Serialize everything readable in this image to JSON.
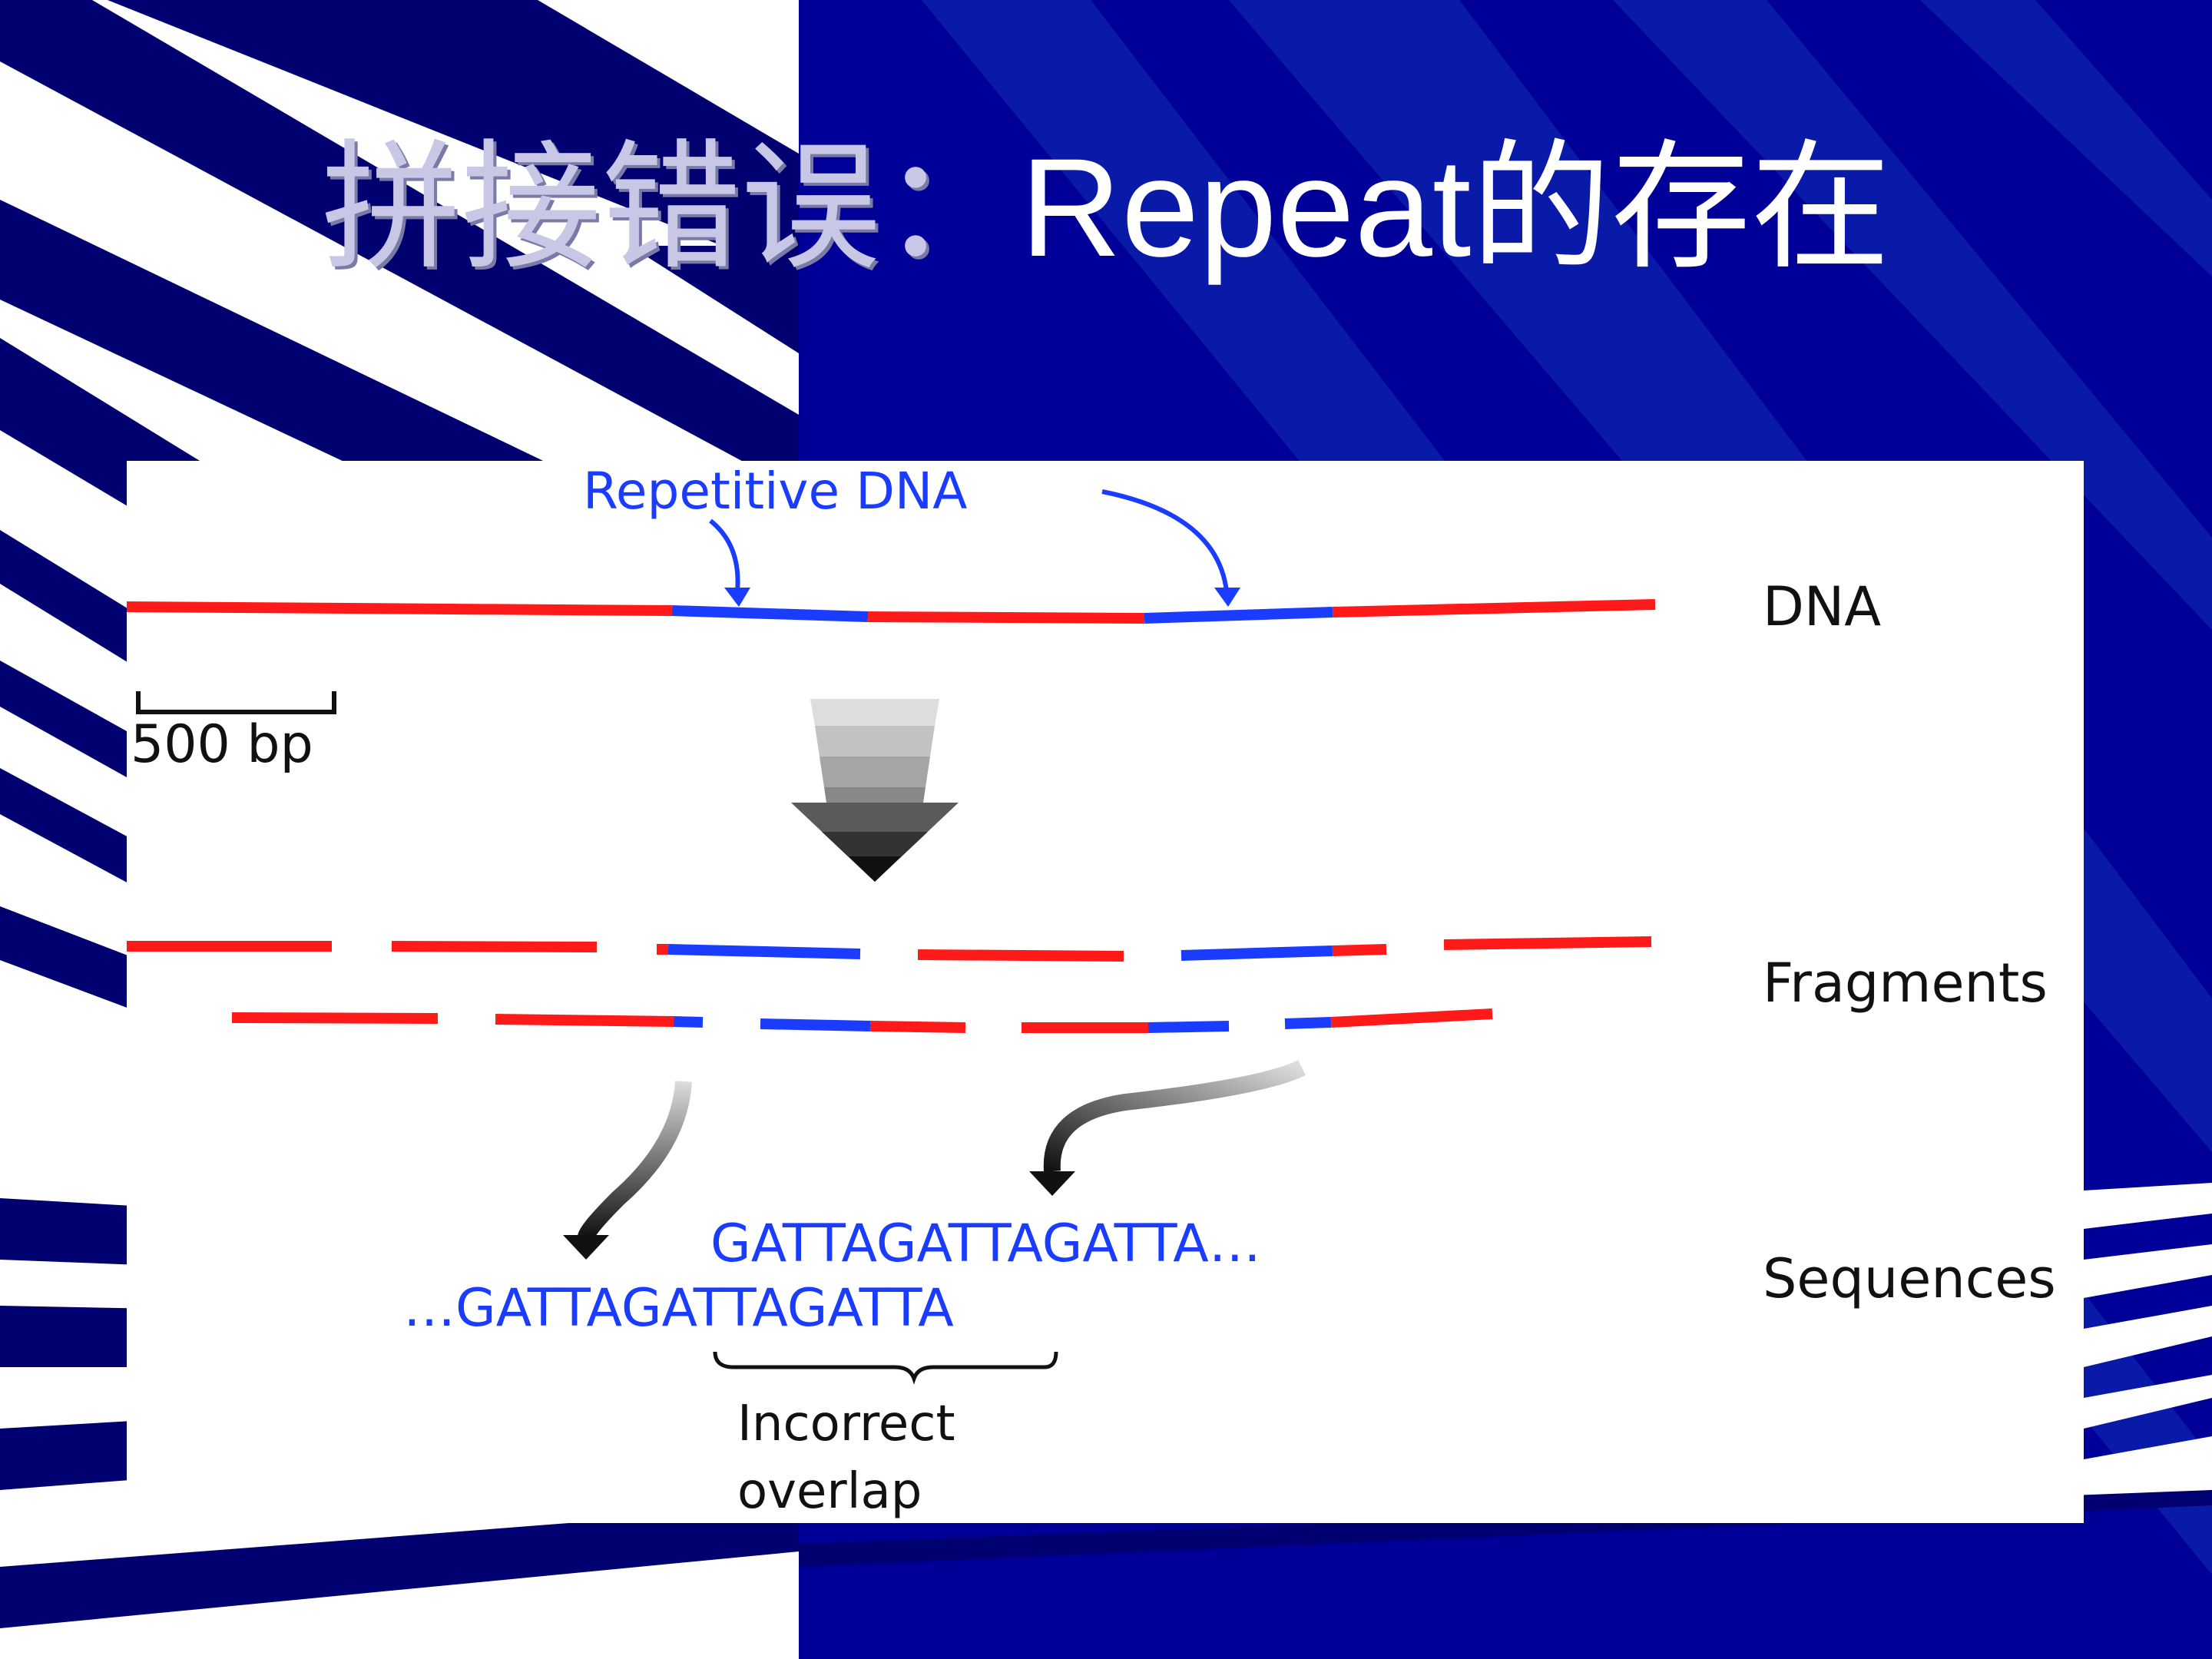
{
  "slide": {
    "title_chinese": "拼接错误：",
    "title_repeat": "Repeat",
    "title_suffix": "的存在"
  },
  "diagram": {
    "repetitive_label": "Repetitive DNA",
    "scale_label": "500 bp",
    "row_labels": {
      "dna": "DNA",
      "fragments": "Fragments",
      "sequences": "Sequences"
    },
    "sequence_top": "GATTAGATTAGATTA…",
    "sequence_bottom": "…GATTAGATTAGATTA",
    "overlap_label": "Incorrect\noverlap"
  },
  "colors": {
    "slide_background": "#000091",
    "unique_dna": "#ff1a1a",
    "repetitive_dna": "#1a3cff",
    "panel": "#ffffff"
  },
  "icons": [
    "down-arrow-gradient-icon",
    "curved-arrow-left-icon",
    "curved-arrow-right-icon",
    "brace-icon"
  ]
}
